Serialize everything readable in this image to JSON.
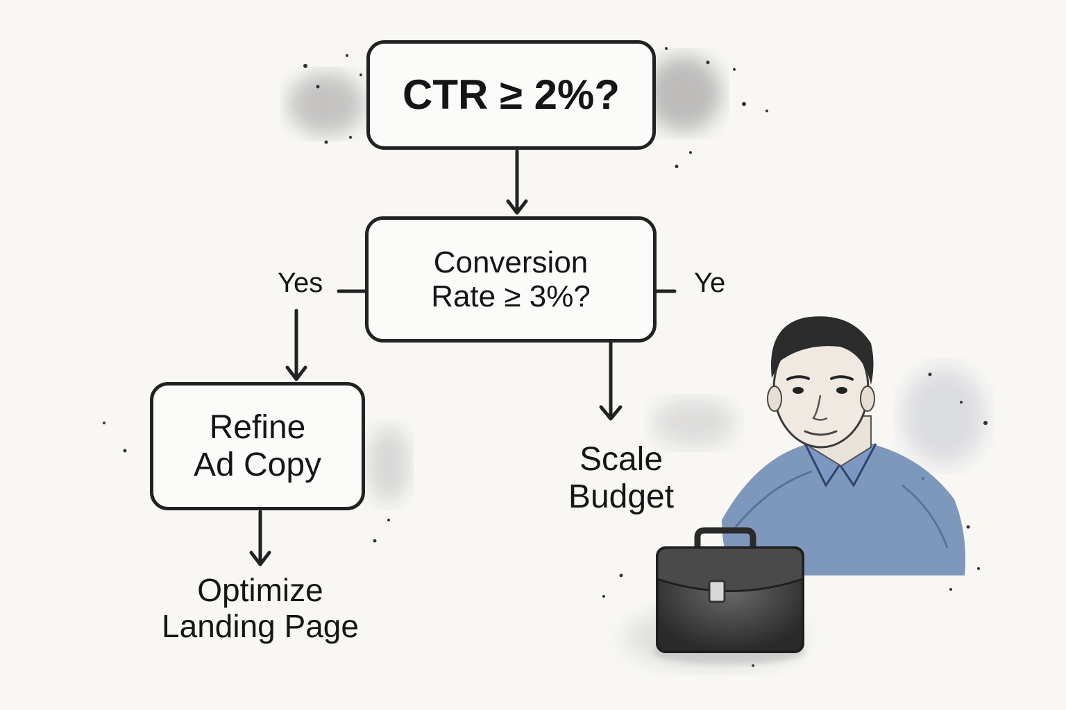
{
  "colors": {
    "ink": "#222222",
    "paper": "#f8f7f4",
    "shirt_blue": "#5f7fae",
    "briefcase": "#3a3a3a"
  },
  "nodes": {
    "ctr_decision": {
      "text": "CTR ≥ 2%?"
    },
    "conversion_decision": {
      "line1": "Conversion",
      "line2": "Rate ≥ 3%?"
    },
    "refine_ad_copy": {
      "line1": "Refine",
      "line2": "Ad Copy"
    },
    "optimize_landing_page": {
      "line1": "Optimize",
      "line2": "Landing Page"
    },
    "scale_budget": {
      "line1": "Scale",
      "line2": "Budget"
    }
  },
  "edge_labels": {
    "left": "Yes",
    "right": "Ye"
  },
  "illustration": {
    "figures": [
      "businessman-portrait",
      "briefcase"
    ]
  }
}
